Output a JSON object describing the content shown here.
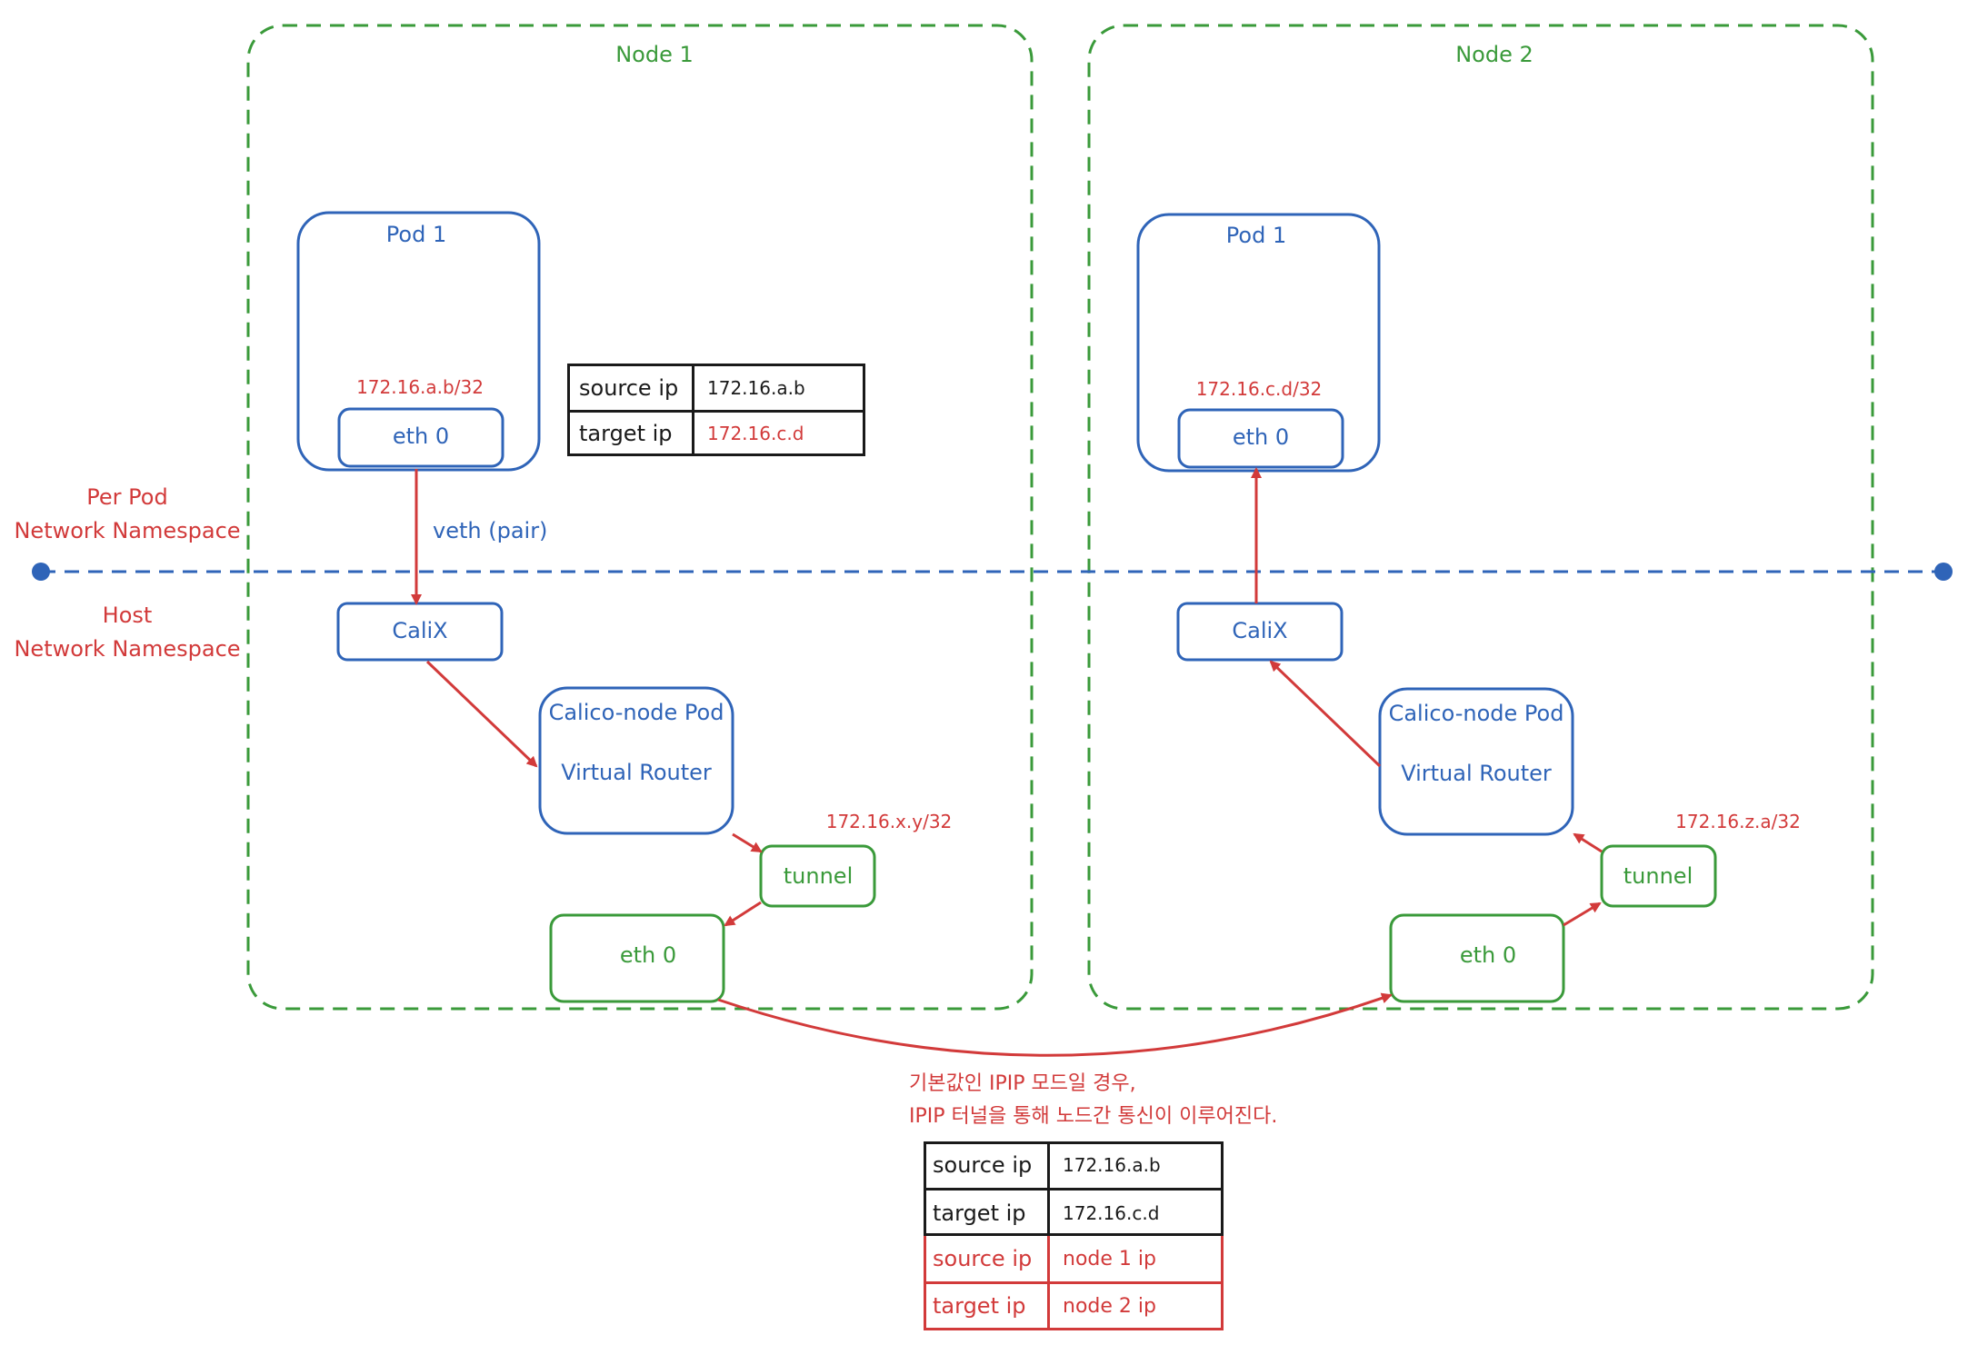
{
  "node1": {
    "title": "Node 1",
    "pod_title": "Pod 1",
    "pod_ip": "172.16.a.b/32",
    "eth0": "eth 0",
    "veth": "veth (pair)",
    "calix": "CaliX",
    "calico_title": "Calico-node Pod",
    "calico_sub": "Virtual Router",
    "tunnel_ip": "172.16.x.y/32",
    "tunnel": "tunnel",
    "host_eth0": "eth 0"
  },
  "node2": {
    "title": "Node 2",
    "pod_title": "Pod 1",
    "pod_ip": "172.16.c.d/32",
    "eth0": "eth 0",
    "calix": "CaliX",
    "calico_title": "Calico-node Pod",
    "calico_sub": "Virtual Router",
    "tunnel_ip": "172.16.z.a/32",
    "tunnel": "tunnel",
    "host_eth0": "eth 0"
  },
  "namespaces": {
    "per_pod_line1": "Per Pod",
    "per_pod_line2": "Network Namespace",
    "host_line1": "Host",
    "host_line2": "Network Namespace"
  },
  "inner_table": [
    {
      "key": "source ip",
      "value": "172.16.a.b"
    },
    {
      "key": "target ip",
      "value": "172.16.c.d"
    }
  ],
  "note": {
    "line1": "기본값인 IPIP 모드일 경우,",
    "line2": "IPIP 터널을 통해 노드간 통신이 이루어진다."
  },
  "outer_table": [
    {
      "key": "source ip",
      "value": "172.16.a.b"
    },
    {
      "key": "target ip",
      "value": "172.16.c.d"
    },
    {
      "key": "source ip",
      "value": "node 1 ip"
    },
    {
      "key": "target ip",
      "value": "node 2 ip"
    }
  ],
  "colors": {
    "blue": "#2f64b8",
    "red": "#d23a3a",
    "green": "#3a9a3a",
    "black": "#1a1a1a"
  }
}
